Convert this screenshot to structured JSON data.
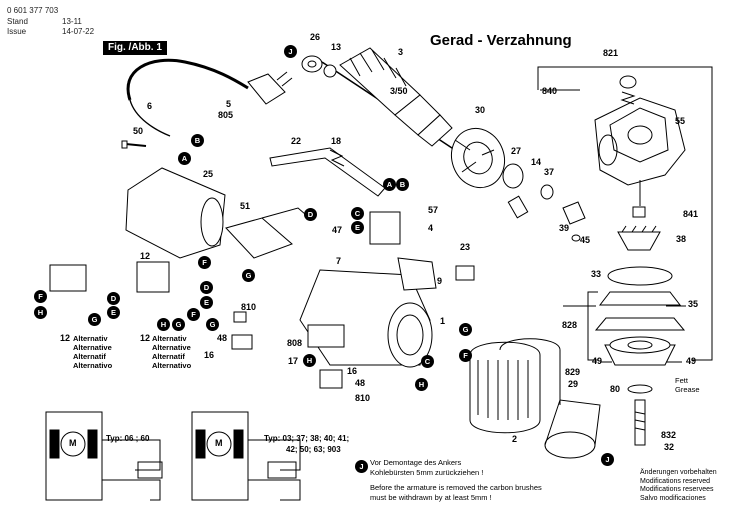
{
  "header": {
    "part_number": "0 601 377 703",
    "stand_label": "Stand",
    "stand_value": "13-11",
    "issue_label": "Issue",
    "issue_value": "14-07-22",
    "figure_label": "Fig. /Abb. 1"
  },
  "title": "Gerad - Verzahnung",
  "part_labels": [
    {
      "id": "26",
      "text": "26"
    },
    {
      "id": "13",
      "text": "13"
    },
    {
      "id": "3",
      "text": "3"
    },
    {
      "id": "3-50",
      "text": "3/50"
    },
    {
      "id": "821",
      "text": "821"
    },
    {
      "id": "840",
      "text": "840"
    },
    {
      "id": "6",
      "text": "6"
    },
    {
      "id": "5",
      "text": "5"
    },
    {
      "id": "805",
      "text": "805"
    },
    {
      "id": "50",
      "text": "50"
    },
    {
      "id": "22",
      "text": "22"
    },
    {
      "id": "18",
      "text": "18"
    },
    {
      "id": "30",
      "text": "30"
    },
    {
      "id": "55",
      "text": "55"
    },
    {
      "id": "25",
      "text": "25"
    },
    {
      "id": "27",
      "text": "27"
    },
    {
      "id": "14",
      "text": "14"
    },
    {
      "id": "37",
      "text": "37"
    },
    {
      "id": "51",
      "text": "51"
    },
    {
      "id": "57",
      "text": "57"
    },
    {
      "id": "4",
      "text": "4"
    },
    {
      "id": "841",
      "text": "841"
    },
    {
      "id": "47",
      "text": "47"
    },
    {
      "id": "39",
      "text": "39"
    },
    {
      "id": "45",
      "text": "45"
    },
    {
      "id": "38",
      "text": "38"
    },
    {
      "id": "12a",
      "text": "12"
    },
    {
      "id": "7",
      "text": "7"
    },
    {
      "id": "23",
      "text": "23"
    },
    {
      "id": "9",
      "text": "9"
    },
    {
      "id": "33",
      "text": "33"
    },
    {
      "id": "35",
      "text": "35"
    },
    {
      "id": "810a",
      "text": "810"
    },
    {
      "id": "48a",
      "text": "48"
    },
    {
      "id": "16a",
      "text": "16"
    },
    {
      "id": "808",
      "text": "808"
    },
    {
      "id": "1",
      "text": "1"
    },
    {
      "id": "828",
      "text": "828"
    },
    {
      "id": "49a",
      "text": "49"
    },
    {
      "id": "49b",
      "text": "49"
    },
    {
      "id": "17",
      "text": "17"
    },
    {
      "id": "16b",
      "text": "16"
    },
    {
      "id": "48b",
      "text": "48"
    },
    {
      "id": "810b",
      "text": "810"
    },
    {
      "id": "829",
      "text": "829"
    },
    {
      "id": "29",
      "text": "29"
    },
    {
      "id": "80",
      "text": "80"
    },
    {
      "id": "2",
      "text": "2"
    },
    {
      "id": "832",
      "text": "832"
    },
    {
      "id": "32",
      "text": "32"
    },
    {
      "id": "12b",
      "text": "12"
    },
    {
      "id": "12c",
      "text": "12"
    }
  ],
  "badges": [
    {
      "id": "J1",
      "text": "J"
    },
    {
      "id": "B1",
      "text": "B"
    },
    {
      "id": "A1",
      "text": "A"
    },
    {
      "id": "A2",
      "text": "A"
    },
    {
      "id": "B2",
      "text": "B"
    },
    {
      "id": "C1",
      "text": "C"
    },
    {
      "id": "D1",
      "text": "D"
    },
    {
      "id": "E1",
      "text": "E"
    },
    {
      "id": "F1",
      "text": "F"
    },
    {
      "id": "G1",
      "text": "G"
    },
    {
      "id": "D2",
      "text": "D"
    },
    {
      "id": "E2",
      "text": "E"
    },
    {
      "id": "F2",
      "text": "F"
    },
    {
      "id": "H1",
      "text": "H"
    },
    {
      "id": "G2",
      "text": "G"
    },
    {
      "id": "D3",
      "text": "D"
    },
    {
      "id": "E3",
      "text": "E"
    },
    {
      "id": "F3",
      "text": "F"
    },
    {
      "id": "H2",
      "text": "H"
    },
    {
      "id": "G3",
      "text": "G"
    },
    {
      "id": "G4",
      "text": "G"
    },
    {
      "id": "H3",
      "text": "H"
    },
    {
      "id": "G5",
      "text": "G"
    },
    {
      "id": "F4",
      "text": "F"
    },
    {
      "id": "C2",
      "text": "C"
    },
    {
      "id": "H4",
      "text": "H"
    },
    {
      "id": "J2",
      "text": "J"
    },
    {
      "id": "J3",
      "text": "J"
    }
  ],
  "alt_block": {
    "number": "12",
    "lines": [
      "Alternativ",
      "Alternative",
      "Alternatif",
      "Alternativo"
    ]
  },
  "typ_left": "Typ: 06 ; 60",
  "typ_right": [
    "Typ: 03; 37; 38; 40; 41;",
    "42; 50; 63; 903"
  ],
  "grease_labels": [
    "Fett",
    "Grease"
  ],
  "notes": {
    "de": [
      "Vor Demontage des Ankers",
      "Kohlebürsten 5mm zurückziehen !"
    ],
    "en": [
      "Before the armature is removed the carbon brushes",
      "must be withdrawn by at least 5mm !"
    ]
  },
  "changes": [
    "Änderungen vorbehalten",
    "Modifications reserved",
    "Modifications reservees",
    "Salvo modificaciones"
  ],
  "motor_letter": "M"
}
